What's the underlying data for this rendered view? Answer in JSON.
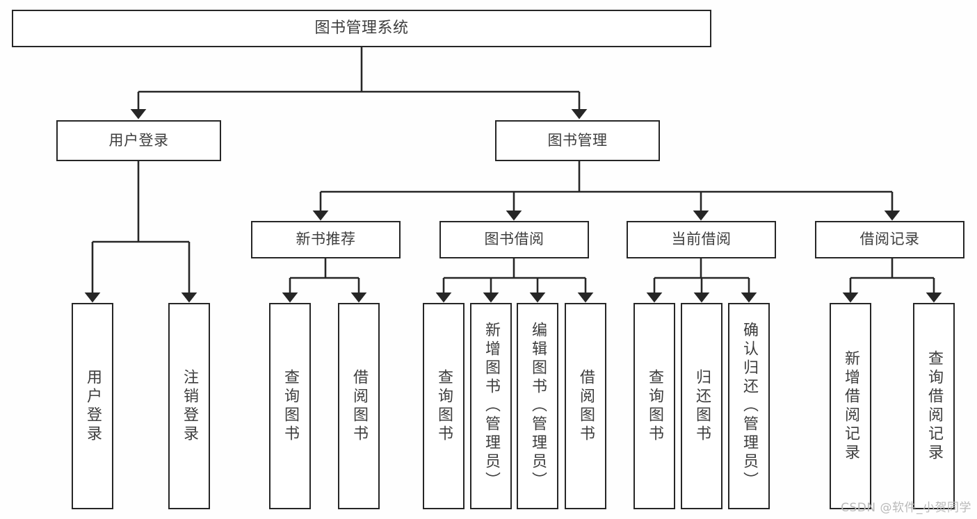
{
  "diagram": {
    "title": "图书管理系统",
    "type": "hierarchy-tree",
    "watermark": "CSDN @软件_小贺同学",
    "colors": {
      "line": "#262626",
      "box_border": "#262626",
      "box_fill": "#ffffff",
      "text": "#3d3d3d",
      "background": "#fefefe",
      "watermark": "#b9b9b9"
    },
    "nodes": {
      "root": {
        "label": "图书管理系统"
      },
      "level2": [
        {
          "id": "user-login",
          "label": "用户登录"
        },
        {
          "id": "book-management",
          "label": "图书管理"
        }
      ],
      "level3": [
        {
          "id": "new-book-recommend",
          "label": "新书推荐"
        },
        {
          "id": "book-borrow",
          "label": "图书借阅"
        },
        {
          "id": "current-borrow",
          "label": "当前借阅"
        },
        {
          "id": "borrow-record",
          "label": "借阅记录"
        }
      ],
      "leaves": {
        "user_login": [
          {
            "id": "leaf-user-login",
            "label": "用户登录"
          },
          {
            "id": "leaf-logout-login",
            "label": "注销登录"
          }
        ],
        "new_book_recommend": [
          {
            "id": "leaf-query-book-1",
            "label": "查询图书"
          },
          {
            "id": "leaf-borrow-book-1",
            "label": "借阅图书"
          }
        ],
        "book_borrow": [
          {
            "id": "leaf-query-book-2",
            "label": "查询图书"
          },
          {
            "id": "leaf-add-book",
            "label": "新增图书（管理员）"
          },
          {
            "id": "leaf-edit-book",
            "label": "编辑图书（管理员）"
          },
          {
            "id": "leaf-borrow-book-2",
            "label": "借阅图书"
          }
        ],
        "current_borrow": [
          {
            "id": "leaf-query-book-3",
            "label": "查询图书"
          },
          {
            "id": "leaf-return-book",
            "label": "归还图书"
          },
          {
            "id": "leaf-confirm-return",
            "label": "确认归还（管理员）"
          }
        ],
        "borrow_record": [
          {
            "id": "leaf-add-record",
            "label": "新增借阅记录"
          },
          {
            "id": "leaf-query-record",
            "label": "查询借阅记录"
          }
        ]
      }
    }
  }
}
